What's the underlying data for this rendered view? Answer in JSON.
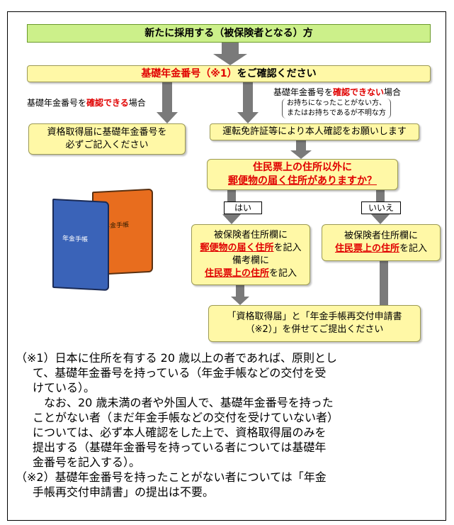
{
  "flow": {
    "top_box": "新たに採用する（被保険者となる）方",
    "confirm_box": {
      "red": "基礎年金番号（※1）",
      "rest": "をご確認ください"
    },
    "left_branch": {
      "before": "基礎年金番号を",
      "red": "確認できる",
      "after": "場合"
    },
    "right_branch": {
      "before": "基礎年金番号を",
      "red": "確認できない",
      "after": "場合"
    },
    "right_note_line1": "お持ちになったことがない方、",
    "right_note_line2": "またはお持ちであるが不明な方",
    "left_box_line1": "資格取得届に基礎年金番号を",
    "left_box_line2": "必ずご記入ください",
    "id_box": "運転免許証等により本人確認をお願いします",
    "question_line1": "住民票上の住所以外に",
    "question_line2": "郵便物の届く住所がありますか？",
    "yes_label": "はい",
    "no_label": "いいえ",
    "yes_box": {
      "line1": "被保険者住所欄に",
      "line2_red": "郵便物の届く住所",
      "line2_rest": "を記入",
      "line3": "備考欄に",
      "line4_red": "住民票上の住所",
      "line4_rest": "を記入"
    },
    "no_box": {
      "line1": "被保険者住所欄に",
      "line2_red": "住民票上の住所",
      "line2_rest": "を記入"
    },
    "final_line1": "「資格取得届」と「年金手帳再交付申請書",
    "final_line2": "（※2）」を併せてご提出ください",
    "book_blue_label": "年金手帳",
    "book_orange_label": "年金手帳"
  },
  "notes": {
    "note1_line1": "（※1）日本に住所を有する 20 歳以上の者であれば、原則とし",
    "note1_line2": "て、基礎年金番号を持っている（年金手帳などの交付を受",
    "note1_line3": "けている）。",
    "note1_line4": "　なお、20 歳未満の者や外国人で、基礎年金番号を持った",
    "note1_line5": "ことがない者（まだ年金手帳などの交付を受けていない者）",
    "note1_line6": "については、必ず本人確認をした上で、資格取得届のみを",
    "note1_line7": "提出する（基礎年金番号を持っている者については基礎年",
    "note1_line8": "金番号を記入する）。",
    "note2_line1": "（※2）基礎年金番号を持ったことがない者については「年金",
    "note2_line2": "手帳再交付申請書」の提出は不要。"
  },
  "colors": {
    "green_box": "#ccf08a",
    "yellow_box": "#fff8a6",
    "arrow_gray": "#7a7a7a",
    "emphasis_red": "#e00000",
    "book_blue": "#3a63b8",
    "book_orange": "#e86d1e"
  }
}
